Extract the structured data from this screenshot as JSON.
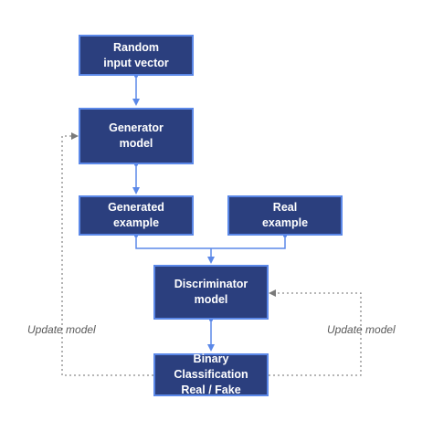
{
  "diagram": {
    "nodes": {
      "random_input": {
        "line1": "Random",
        "line2": "input vector"
      },
      "generator": {
        "line1": "Generator",
        "line2": "model"
      },
      "generated_example": {
        "line1": "Generated",
        "line2": "example"
      },
      "real_example": {
        "line1": "Real",
        "line2": "example"
      },
      "discriminator": {
        "line1": "Discriminator",
        "line2": "model"
      },
      "binary_classification": {
        "line1": "Binary Classification",
        "line2": "Real / Fake"
      }
    },
    "labels": {
      "update_model_left": "Update model",
      "update_model_right": "Update model"
    },
    "colors": {
      "node_fill": "#2b3f7e",
      "node_border": "#5b88e8",
      "arrow": "#5b88e8",
      "feedback": "#8a8a8a"
    }
  }
}
